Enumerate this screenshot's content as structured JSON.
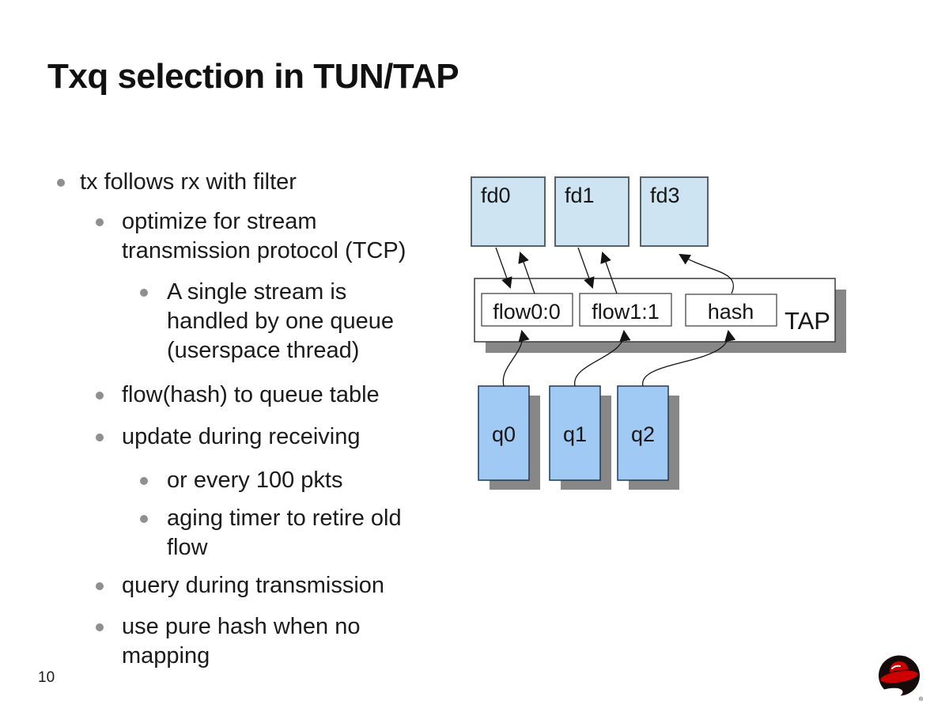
{
  "slide": {
    "title": "Txq selection in TUN/TAP",
    "page_number": "10"
  },
  "bullets": [
    {
      "level": 1,
      "text": "tx follows rx with filter"
    },
    {
      "level": 2,
      "text": "optimize for stream\ntransmission protocol (TCP)"
    },
    {
      "level": 3,
      "text": "A single stream is\nhandled by one queue\n(userspace thread)"
    },
    {
      "level": 2,
      "text": "flow(hash) to queue table"
    },
    {
      "level": 2,
      "text": "update during receiving"
    },
    {
      "level": 3,
      "text": "or every 100 pkts"
    },
    {
      "level": 3,
      "text": "aging timer to retire old\nflow"
    },
    {
      "level": 2,
      "text": "query during transmission"
    },
    {
      "level": 2,
      "text": "use pure hash when no\nmapping"
    }
  ],
  "diagram": {
    "fd_boxes": [
      "fd0",
      "fd1",
      "fd3"
    ],
    "flow_boxes": [
      "flow0:0",
      "flow1:1",
      "hash"
    ],
    "tap_label": "TAP",
    "queue_boxes": [
      "q0",
      "q1",
      "q2"
    ],
    "colors": {
      "fd_fill": "#cfe4f2",
      "queue_fill": "#a0c9f4",
      "shadow": "#878787",
      "line": "#141414",
      "box_border": "#52626e"
    }
  },
  "logo": {
    "name": "red-hat-shadowman",
    "registered_mark": "®",
    "red": "#cc0000",
    "dark": "#150b0b"
  }
}
